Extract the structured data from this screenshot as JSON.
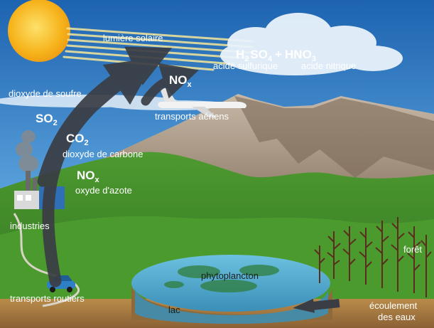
{
  "labels": {
    "sunlight": "lumière solaire",
    "sulfur_dioxide": "dioxyde de soufre",
    "so2_base": "SO",
    "so2_sub": "2",
    "co2_base": "CO",
    "co2_sub": "2",
    "carbon_dioxide": "dioxyde de carbone",
    "nox_air_base": "NO",
    "nox_air_sub": "x",
    "nox_ground_base": "NO",
    "nox_ground_sub": "x",
    "nitrogen_oxide": "oxyde d'azote",
    "air_transport": "transports aériens",
    "industries": "industries",
    "road_transport": "transports routiers",
    "forest": "forêt",
    "phytoplankton": "phytoplancton",
    "lake": "lac",
    "runoff_line1": "écoulement",
    "runoff_line2": "des eaux",
    "formula_h": "H",
    "formula_h_sub": "2",
    "formula_so": "SO",
    "formula_so_sub": "4",
    "formula_plus": "+",
    "formula_hno": "HNO",
    "formula_hno_sub": "3",
    "sulfuric_acid": "acide sulfurique",
    "nitric_acid": "acide nitrique"
  },
  "colors": {
    "sky_top": "#1f6bb8",
    "sky_bottom": "#8fc3ea",
    "sun": "#f5b51c",
    "mountain": "#a08c78",
    "grass": "#3f8c2a",
    "lake": "#4fa6c9",
    "arrow": "#3a3d44",
    "cloud": "#e9f3fb"
  },
  "icons": [
    "sun-icon",
    "cloud-icon",
    "airplane-icon",
    "factory-icon",
    "car-icon",
    "tree-icon"
  ]
}
